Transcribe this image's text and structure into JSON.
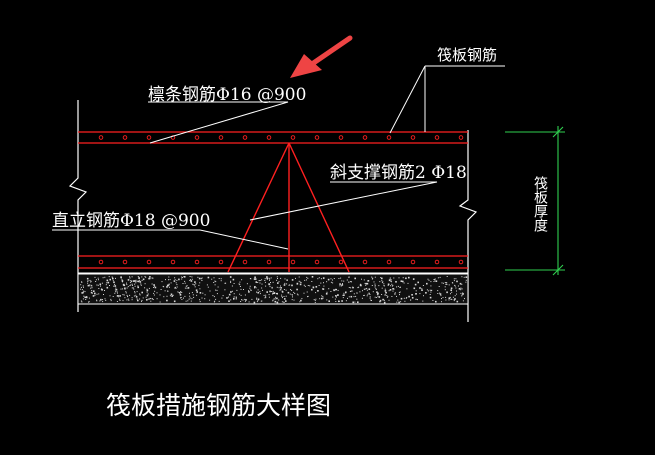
{
  "drawing": {
    "labels": {
      "top_bar": "筏板钢筋",
      "purlin_bar": "檩条钢筋Φ16 @900",
      "diagonal_brace": "斜支撑钢筋2 Φ18",
      "vertical_bar": "直立钢筋Φ18 @900",
      "slab_thickness": "筏板厚度",
      "title": "筏板措施钢筋大样图"
    },
    "colors": {
      "background": "#000000",
      "linework": "#ffffff",
      "rebar": "#ff2020",
      "arrow": "#ee4444"
    },
    "icons": [
      "arrow-pointer-icon"
    ]
  }
}
